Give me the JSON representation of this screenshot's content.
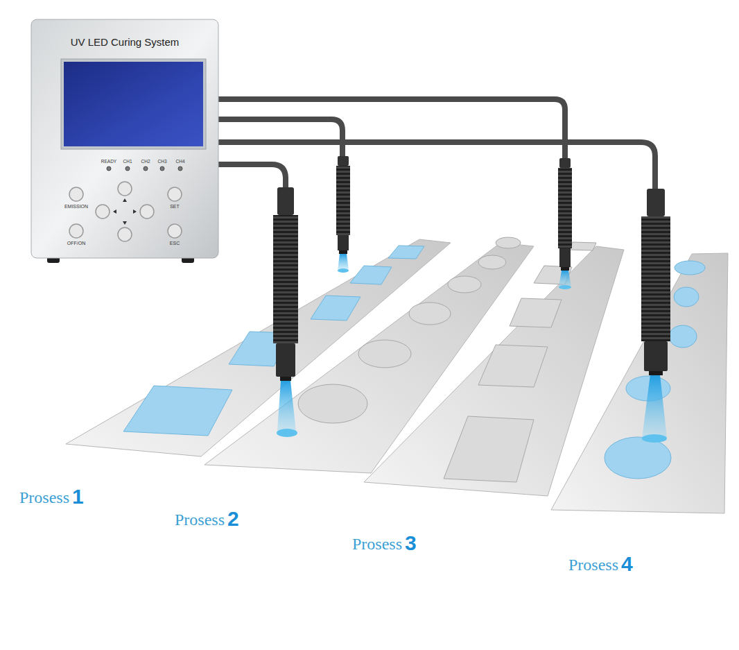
{
  "diagram": {
    "nodes": [
      {
        "text": [
          "UV LED Curing System"
        ]
      }
    ],
    "labels": [
      "READY",
      "CH1",
      "CH2",
      "CH3",
      "CH4",
      "EMISSION",
      "SET",
      "OFF/ON",
      "ESC",
      "Prosess",
      "1",
      "Prosess",
      "2",
      "Prosess",
      "3",
      "Prosess",
      "4"
    ]
  }
}
